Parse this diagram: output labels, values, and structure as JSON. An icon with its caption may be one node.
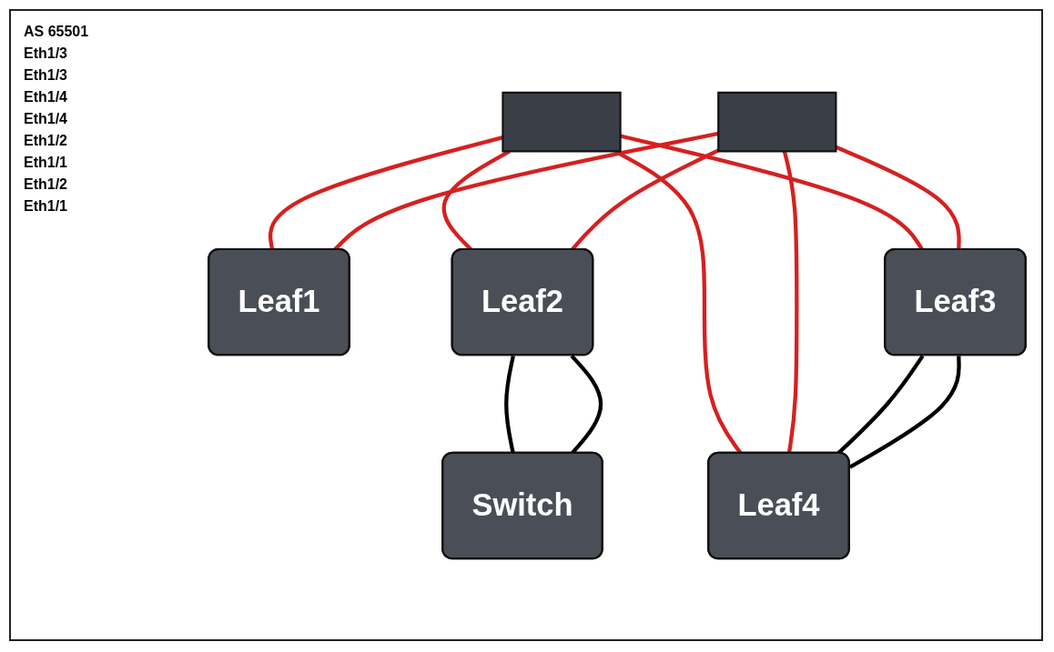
{
  "diagram": {
    "nodes": [
      {
        "text": [],
        "shape": "box"
      },
      {
        "text": [],
        "shape": "box"
      },
      {
        "text": [
          "Leaf1"
        ]
      },
      {
        "text": [
          "Leaf2"
        ]
      },
      {
        "text": [
          "Leaf3"
        ]
      },
      {
        "text": [
          "Leaf4"
        ]
      },
      {
        "text": [
          "Switch"
        ]
      }
    ],
    "edges": [
      {
        "from": 0,
        "to": 2,
        "arrow": "none"
      },
      {
        "from": 0,
        "to": 3,
        "arrow": "none"
      },
      {
        "from": 0,
        "to": 4,
        "arrow": "none"
      },
      {
        "from": 0,
        "to": 5,
        "arrow": "none"
      },
      {
        "from": 1,
        "to": 2,
        "arrow": "none"
      },
      {
        "from": 1,
        "to": 3,
        "arrow": "none"
      },
      {
        "from": 1,
        "to": 4,
        "arrow": "none"
      },
      {
        "from": 1,
        "to": 5,
        "arrow": "none"
      },
      {
        "from": 4,
        "to": 5,
        "arrow": "none",
        "color": "#000000"
      },
      {
        "from": 4,
        "to": 5,
        "arrow": "none",
        "color": "#000000"
      },
      {
        "from": 3,
        "to": 6,
        "arrow": "none",
        "color": "#000000"
      },
      {
        "from": 3,
        "to": 6,
        "arrow": "none",
        "color": "#000000"
      }
    ],
    "labels": [
      "AS 65501",
      "Eth1/3",
      "Eth1/3",
      "Eth1/4",
      "Eth1/4",
      "Eth1/2",
      "Eth1/1",
      "Eth1/2",
      "Eth1/1"
    ]
  }
}
